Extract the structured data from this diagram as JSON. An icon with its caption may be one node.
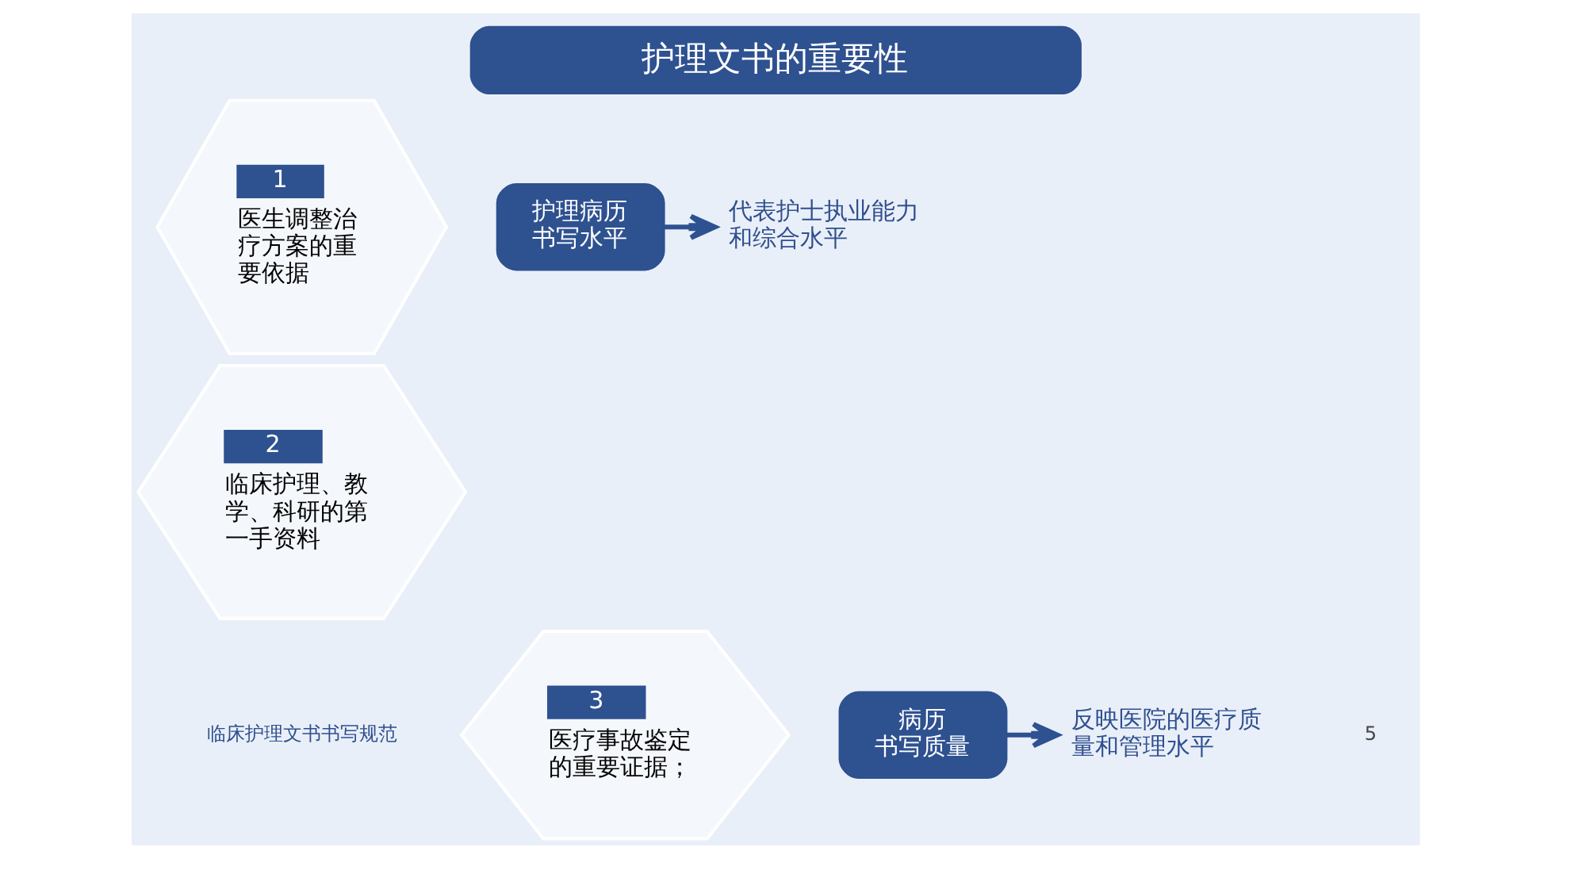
{
  "diagram": {
    "title": "护理文书的重要性",
    "nodes": [
      {
        "text": [
          "1",
          "医生调整治疗方案的重要依据"
        ]
      },
      {
        "text": [
          "2",
          "临床护理、教学、科研的第一手资料"
        ]
      },
      {
        "text": [
          "3",
          "医疗事故鉴定的重要证据；"
        ]
      },
      {
        "text": [
          "护理病历书写水平"
        ]
      },
      {
        "text": [
          "代表护士执业能力和综合水平"
        ]
      },
      {
        "text": [
          "病历书写质量"
        ]
      },
      {
        "text": [
          "反映医院的医疗质量和管理水平"
        ]
      }
    ],
    "edges": [
      {
        "from": 3,
        "to": 4,
        "arrow": "to"
      },
      {
        "from": 5,
        "to": 6,
        "arrow": "to"
      }
    ],
    "labels": [
      "临床护理文书书写规范",
      "5"
    ]
  }
}
